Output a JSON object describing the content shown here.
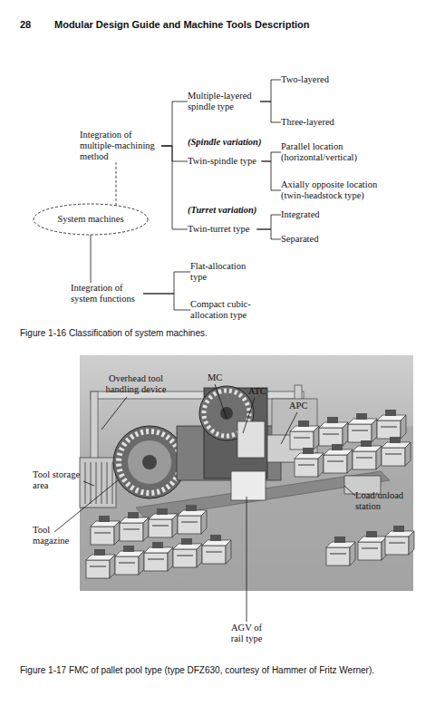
{
  "diagram": {
    "caption": "Figure 1-16 Classification of system machines.",
    "nodes": [
      {
        "text": [
          "System machines"
        ]
      },
      {
        "text": [
          "Integration of multiple-machining method"
        ]
      },
      {
        "text": [
          "Multiple-layered spindle type"
        ]
      },
      {
        "text": [
          "Two-layered"
        ]
      },
      {
        "text": [
          "Three-layered"
        ]
      },
      {
        "text": [
          "(Spindle variation)",
          "Twin-spindle type"
        ]
      },
      {
        "text": [
          "Parallel location (horizontal/vertical)"
        ]
      },
      {
        "text": [
          "Axially opposite location (twin-headstock type)"
        ]
      },
      {
        "text": [
          "(Turret variation)",
          "Twin-turret type"
        ]
      },
      {
        "text": [
          "Integrated"
        ]
      },
      {
        "text": [
          "Separated"
        ]
      },
      {
        "text": [
          "Integration of system functions"
        ]
      },
      {
        "text": [
          "Flat-allocation type"
        ]
      },
      {
        "text": [
          "Compact cubic-allocation type"
        ]
      }
    ],
    "edges": [
      {
        "from": 0,
        "to": 1,
        "arrow": "none"
      },
      {
        "from": 0,
        "to": 11,
        "arrow": "none"
      },
      {
        "from": 1,
        "to": 2,
        "arrow": "none"
      },
      {
        "from": 1,
        "to": 5,
        "arrow": "none"
      },
      {
        "from": 1,
        "to": 8,
        "arrow": "none"
      },
      {
        "from": 2,
        "to": 3,
        "arrow": "none"
      },
      {
        "from": 2,
        "to": 4,
        "arrow": "none"
      },
      {
        "from": 5,
        "to": 6,
        "arrow": "none"
      },
      {
        "from": 5,
        "to": 7,
        "arrow": "none"
      },
      {
        "from": 8,
        "to": 9,
        "arrow": "none"
      },
      {
        "from": 8,
        "to": 10,
        "arrow": "none"
      },
      {
        "from": 11,
        "to": 12,
        "arrow": "none"
      },
      {
        "from": 11,
        "to": 13,
        "arrow": "none"
      }
    ],
    "labels": [
      "28",
      "Modular Design Guide and Machine Tools Description",
      "Overhead tool handling device",
      "MC",
      "ATC",
      "APC",
      "Tool storage area",
      "Load/unload station",
      "Tool magazine",
      "AGV of rail type",
      "Figure 1-17 FMC of pallet pool type (type DFZ630, courtesy of Hammer of Fritz Werner)."
    ]
  }
}
